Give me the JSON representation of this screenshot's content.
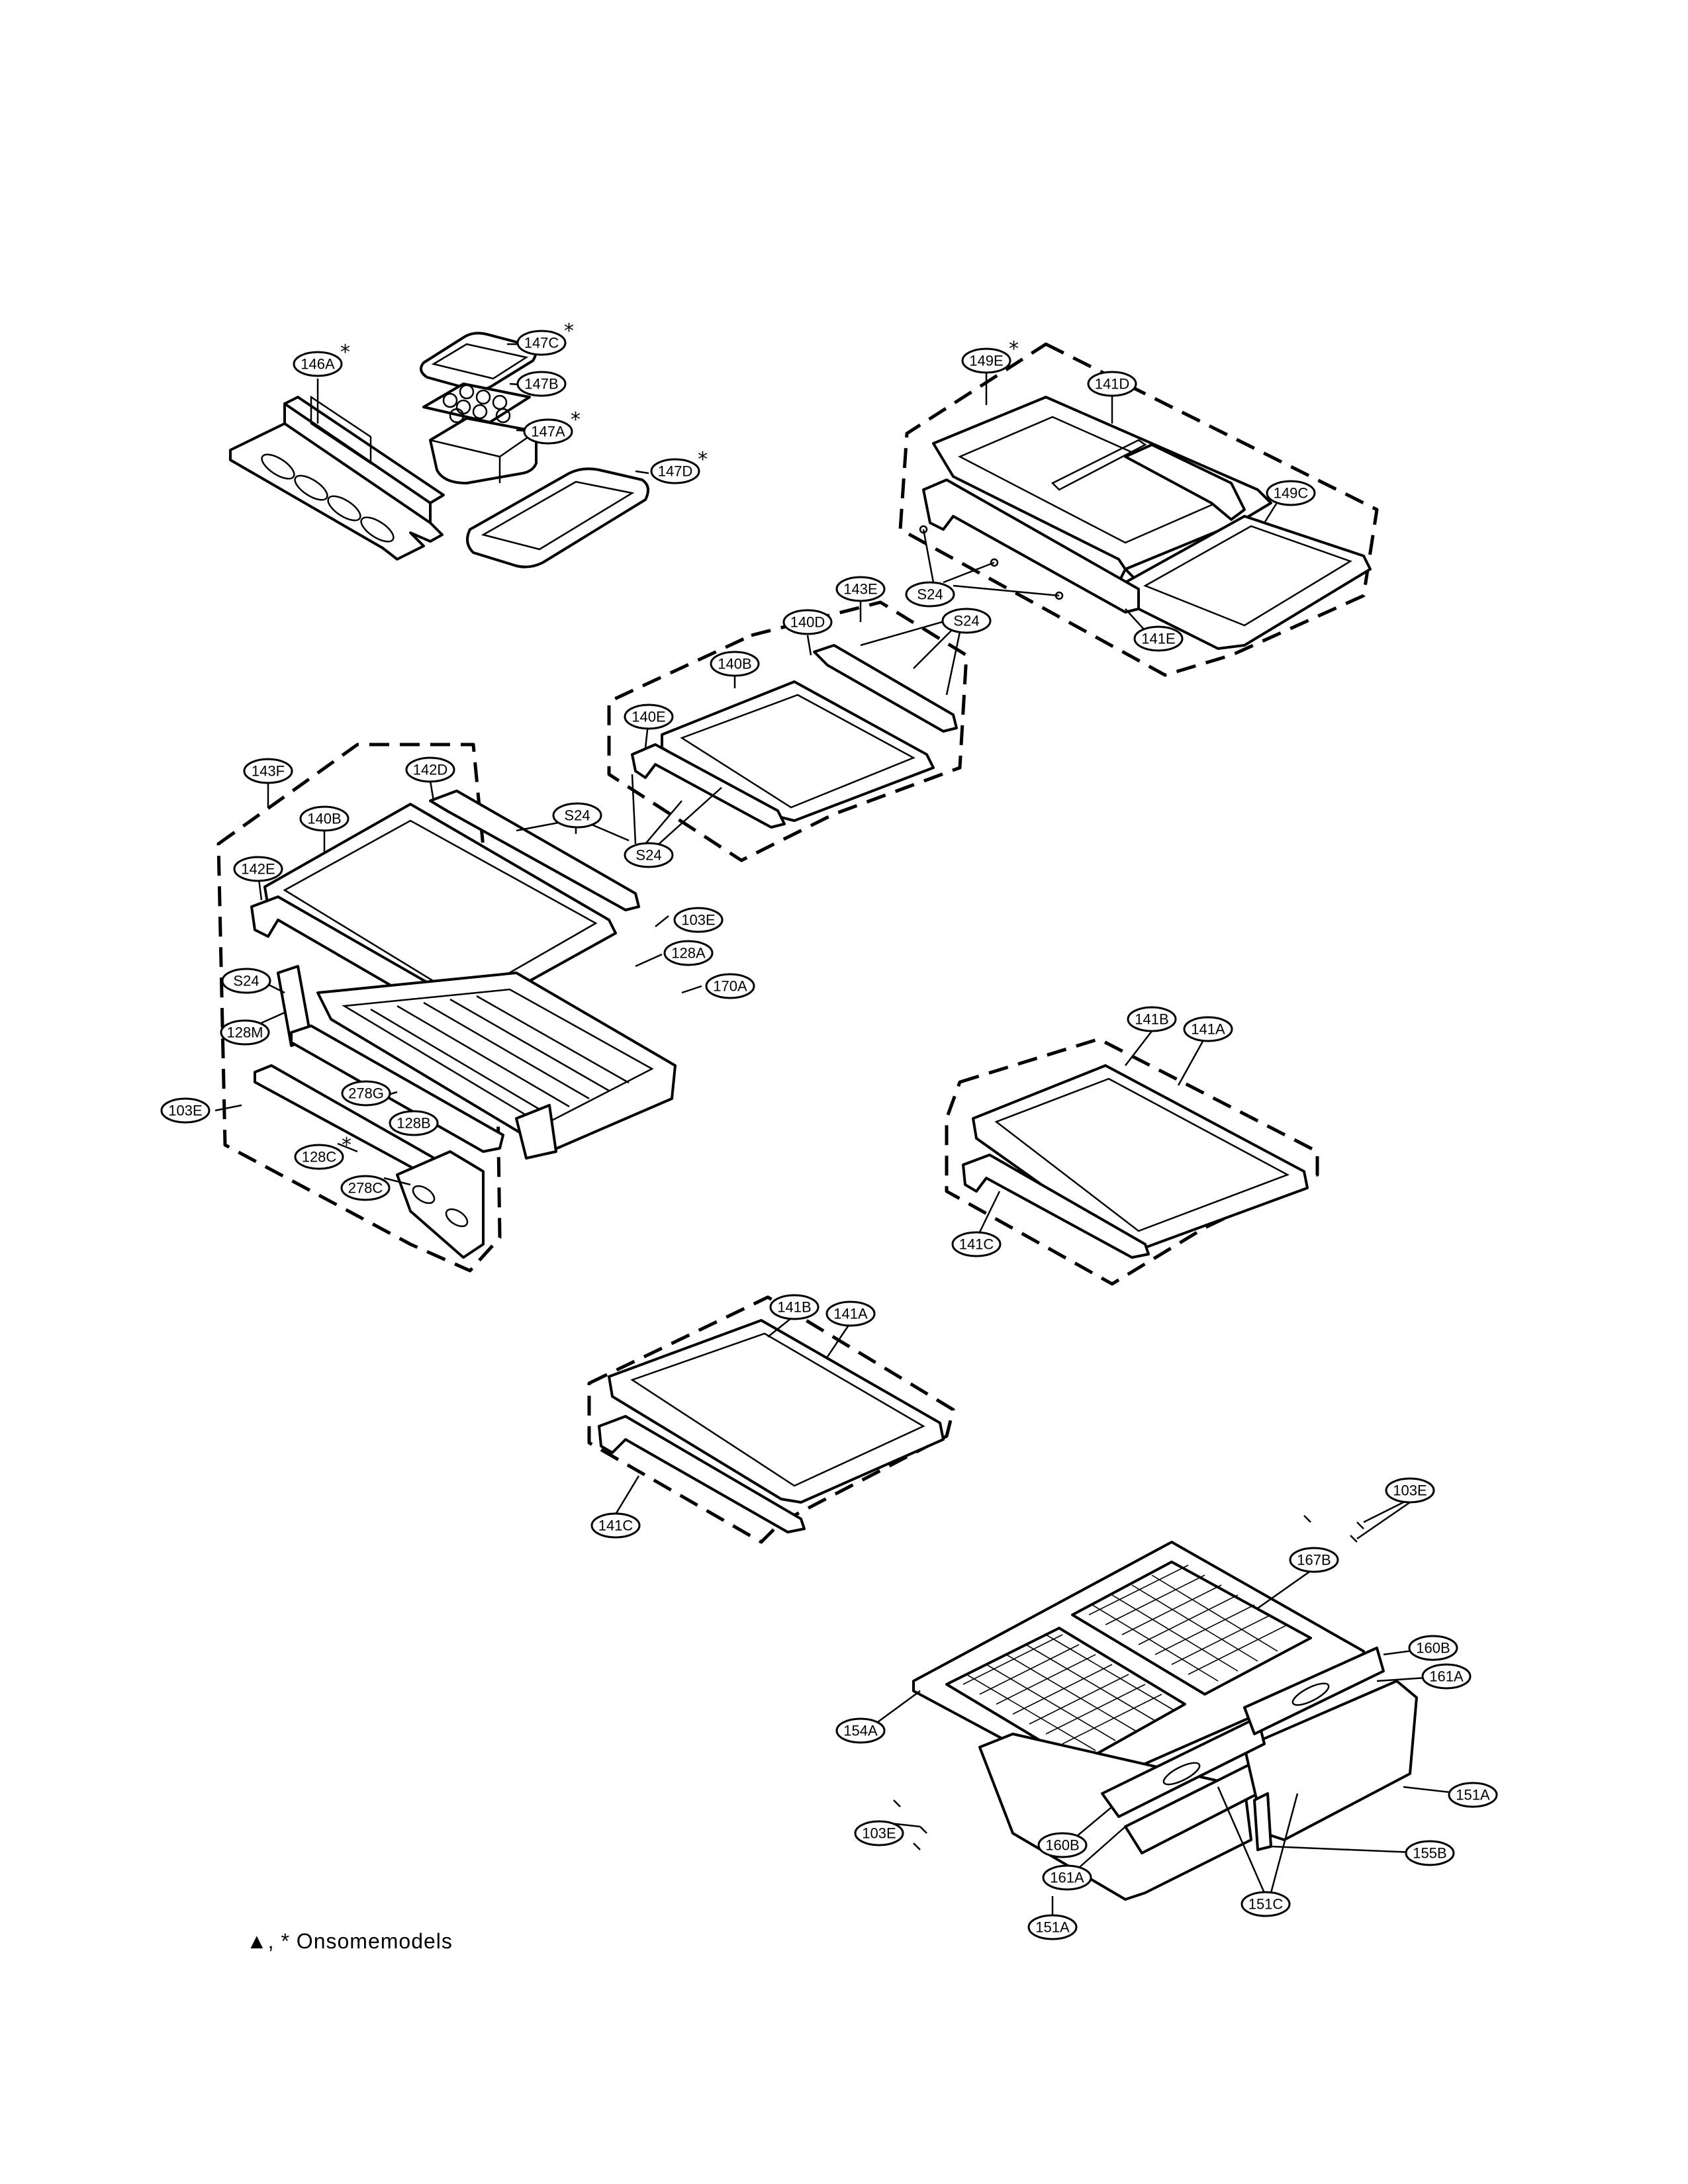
{
  "footnote": "▲, * Onsomemodels",
  "callouts": [
    {
      "id": "146A",
      "star": true
    },
    {
      "id": "147C",
      "star": true
    },
    {
      "id": "147B",
      "star": false
    },
    {
      "id": "147A",
      "star": true
    },
    {
      "id": "147D",
      "star": true
    },
    {
      "id": "149E",
      "star": true
    },
    {
      "id": "141D",
      "star": false
    },
    {
      "id": "149C",
      "star": false
    },
    {
      "id": "S24",
      "star": false
    },
    {
      "id": "141E",
      "star": false
    },
    {
      "id": "143E",
      "star": false
    },
    {
      "id": "140D",
      "star": false
    },
    {
      "id": "S24",
      "star": false
    },
    {
      "id": "140B",
      "star": false
    },
    {
      "id": "140E",
      "star": false
    },
    {
      "id": "S24",
      "star": false
    },
    {
      "id": "143F",
      "star": false
    },
    {
      "id": "142D",
      "star": false
    },
    {
      "id": "S24",
      "star": false
    },
    {
      "id": "140B",
      "star": false
    },
    {
      "id": "142E",
      "star": false
    },
    {
      "id": "103E",
      "star": false
    },
    {
      "id": "128A",
      "star": false
    },
    {
      "id": "170A",
      "star": false
    },
    {
      "id": "S24",
      "star": false
    },
    {
      "id": "128M",
      "star": false
    },
    {
      "id": "103E",
      "star": false
    },
    {
      "id": "278G",
      "star": false
    },
    {
      "id": "128B",
      "star": false
    },
    {
      "id": "128C",
      "star": true
    },
    {
      "id": "278C",
      "star": false
    },
    {
      "id": "141B",
      "star": false
    },
    {
      "id": "141A",
      "star": false
    },
    {
      "id": "141C",
      "star": false
    },
    {
      "id": "141B",
      "star": false
    },
    {
      "id": "141A",
      "star": false
    },
    {
      "id": "141C",
      "star": false
    },
    {
      "id": "103E",
      "star": false
    },
    {
      "id": "167B",
      "star": false
    },
    {
      "id": "160B",
      "star": false
    },
    {
      "id": "161A",
      "star": false
    },
    {
      "id": "154A",
      "star": false
    },
    {
      "id": "151A",
      "star": false
    },
    {
      "id": "103E",
      "star": false
    },
    {
      "id": "160B",
      "star": false
    },
    {
      "id": "155B",
      "star": false
    },
    {
      "id": "161A",
      "star": false
    },
    {
      "id": "151C",
      "star": false
    },
    {
      "id": "151A",
      "star": false
    }
  ]
}
